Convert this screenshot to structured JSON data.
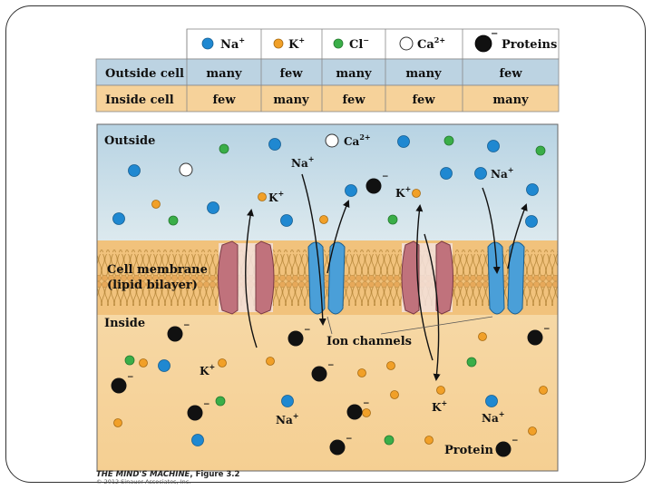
{
  "table": {
    "ions": [
      {
        "label": "Na",
        "sup": "+",
        "color": "#1f88d1",
        "icon": "sodium-ion-dot"
      },
      {
        "label": "K",
        "sup": "+",
        "color": "#f1a028",
        "icon": "potassium-ion-dot"
      },
      {
        "label": "Cl",
        "sup": "−",
        "color": "#3aae48",
        "icon": "chloride-ion-dot"
      },
      {
        "label": "Ca",
        "sup": "2+",
        "color": "#ffffff",
        "icon": "calcium-ion-dot"
      },
      {
        "label": "Proteins",
        "sup": "−",
        "color": "#111111",
        "icon": "protein-dot"
      }
    ],
    "rows": [
      {
        "label": "Outside cell",
        "values": [
          "many",
          "few",
          "many",
          "many",
          "few"
        ]
      },
      {
        "label": "Inside cell",
        "values": [
          "few",
          "many",
          "few",
          "few",
          "many"
        ]
      }
    ]
  },
  "diagram": {
    "outside_label": "Outside",
    "inside_label": "Inside",
    "membrane_label_1": "Cell membrane",
    "membrane_label_2": "(lipid bilayer)",
    "ion_channels_label": "Ion channels",
    "protein_label": "Protein",
    "ion_labels": {
      "ca": "Ca",
      "ca_sup": "2+",
      "na": "Na",
      "na_sup": "+",
      "k": "K",
      "k_sup": "+",
      "minus": "−"
    }
  },
  "caption": {
    "title": "THE MIND'S MACHINE",
    "figure": ", Figure 3.2",
    "copyright": "© 2012 Sinauer Associates, Inc."
  }
}
